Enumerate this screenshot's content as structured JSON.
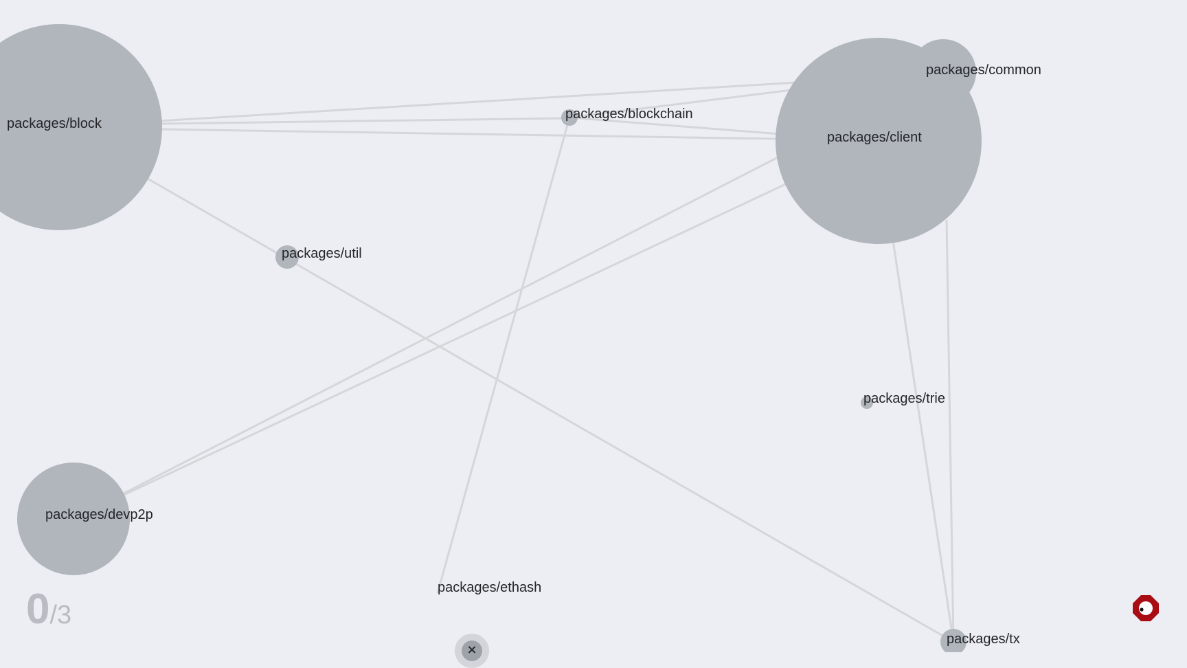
{
  "graph": {
    "nodes": [
      {
        "id": "block",
        "label": "packages/block"
      },
      {
        "id": "client",
        "label": "packages/client"
      },
      {
        "id": "common",
        "label": "packages/common"
      },
      {
        "id": "blockchain",
        "label": "packages/blockchain"
      },
      {
        "id": "util",
        "label": "packages/util"
      },
      {
        "id": "trie",
        "label": "packages/trie"
      },
      {
        "id": "devp2p",
        "label": "packages/devp2p"
      },
      {
        "id": "ethash",
        "label": "packages/ethash"
      },
      {
        "id": "tx",
        "label": "packages/tx"
      }
    ],
    "edges": [
      {
        "from": "block",
        "to": "common"
      },
      {
        "from": "block",
        "to": "blockchain"
      },
      {
        "from": "block",
        "to": "client"
      },
      {
        "from": "block",
        "to": "tx"
      },
      {
        "from": "blockchain",
        "to": "common"
      },
      {
        "from": "blockchain",
        "to": "client"
      },
      {
        "from": "blockchain",
        "to": "ethash"
      },
      {
        "from": "client",
        "to": "devp2p"
      },
      {
        "from": "common",
        "to": "devp2p"
      },
      {
        "from": "client",
        "to": "tx"
      },
      {
        "from": "common",
        "to": "tx"
      }
    ]
  },
  "counter": {
    "current": "0",
    "separator": "/",
    "total": "3"
  },
  "close_button": {
    "icon": "close-icon",
    "glyph": "×"
  },
  "brand_badge": {
    "icon": "brand-badge-icon",
    "color": "#a80d14"
  },
  "colors": {
    "background": "#eceef3",
    "node": "#b1b5bc",
    "edge": "#d4d6da",
    "label": "#222428"
  }
}
